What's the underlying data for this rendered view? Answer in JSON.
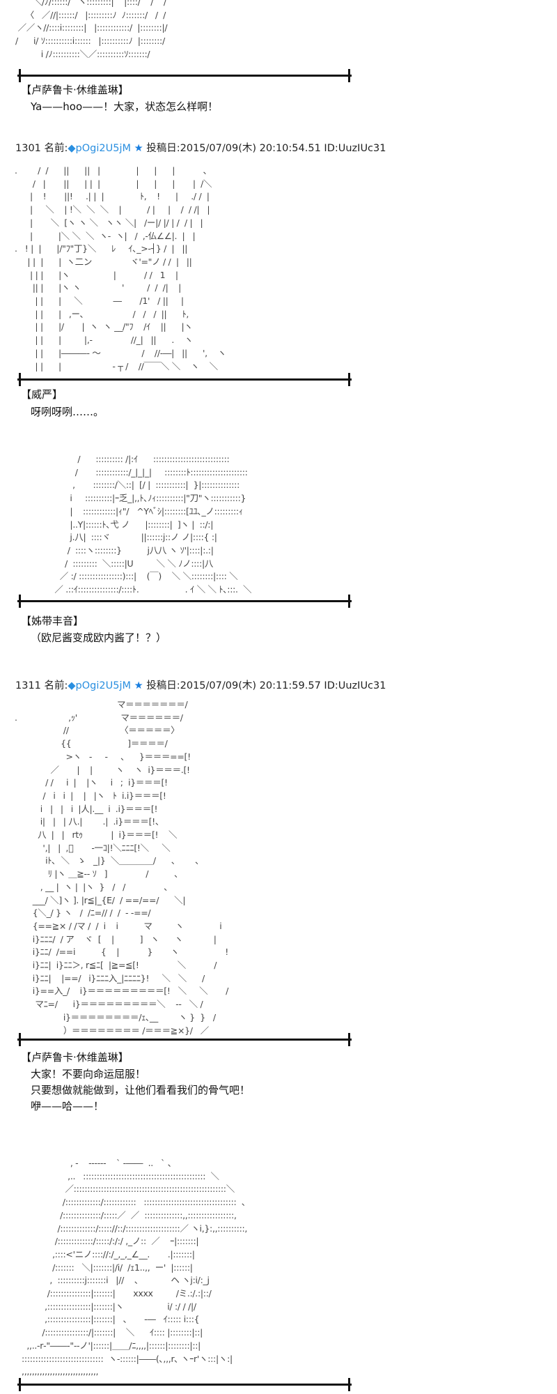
{
  "art": {
    "top": [
      "       ＼/ﾉ/::::::/   ヽ:::::::::|    |::::/    /    /",
      "    〈   ／//|::::::/   |:::::::::ﾉ  ﾉ:::::::/   /  /",
      " ／／ヽ//::::i::::::::|   |::::::::::::/  |::::::::|/",
      "/      i/ ｿ::::::::::i::::::   |::::::::::ﾉ  |::::::::/",
      "          i /ﾉ::::::::::＼／::::::::::ｿ:::::::/"
    ],
    "post1301": [
      "   .        /  /      ||      ||   |              |      |      |           、",
      "          /   |       ||      | |  |              |      |      |       |  /＼",
      "         |    !       ||!     .| |  |              ﾄ,    !      |     ./ /  |",
      "         |     ＼    | !＼  ＼  ＼    |          / |     |    /  / /|   |",
      "         |       ＼  [ヽ ヽ ＼   ヽヽ ＼|   /ー|/ |/ | /  / |   |",
      "         |          |＼ ＼  ＼  ヽ-  ヽ|   /  ,-仏∠∠|.  |   |",
      "   .   ! |  |      |/\"ﾌ\"丁}＼      ﾚ     ｲ､_>-┤} /  |   ||",
      "        | |  |      |  ヽ二ン               ヾ'=\"ノ / /  |   ||",
      "         | | |      |ヽ                 |           / /   1    |",
      "          || |      |ヽ ヽ                '         /  /  /|    |",
      "           | |      |     ＼            ―       /1'   / ||     |",
      "           | |      |   ,ー､                   /   /   /  ||      ﾄ,",
      "           | |      |/       |  ヽ  ヽ __/\"ﾌ    /ｲ    ||      |ヽ",
      "           | |      |         |,-               //_|   ||      .    ヽ",
      "           | |      |―――‐ ～                /    //‐―|   ||      ',    ヽ",
      "           | |      |                    ‐ ┬ /    //￣￣＼ ＼    ヽ    ＼"
    ],
    "post2": [
      "              /      :::::::::: /|:ｲ      ::::::::::::::::::::::::::::",
      "             /       ::::::::::::/_|_|_|     ::::::::ﾄ:::::::::::::::::::::",
      "            ,       ::::::::/＼::|  [/ |  :::::::::::|  }|::::::::::::::",
      "           i     ::::::::::|ｰ乏_|,,ﾄ､ﾉｨ::::::::::|\"刀\"ヽ:::::::::::}",
      "           |    ::::::::::::|ｨ\"/   ^Yﾍﾞｼ|::::::::[ﾕﾕ､_ノ:::::::::ｨ",
      "           |..Y|::::::ﾄ､弋 ノ      |::::::::|  ]ヽ |  ::/:|",
      "           j.八|  ::::ヾ            ||::::::j::ノ ノ|::::{ :|",
      "          /  ::::ヽ::::::::}          j八八 ヽ ｿ'|::::|:.:|",
      "         /  :::::::::  ＼:::::|U         ＼ ＼ ﾉノ::::|八",
      "       ／ :/ ::::::::::::::::):::|    (￣)    ＼ ＼::::::::|:::: ＼",
      "     ／ .::ｲ:::::::::::::::/::::ﾄ.                  . ｲ ＼ ＼ ﾄ､:::.  ＼"
    ],
    "post1311": [
      "                                           マ＝＝＝＝＝＝＝/",
      "   .                    ,ｯ'                 マ＝＝＝＝＝＝/",
      "                      //                    〈＝＝＝＝＝〉",
      "                     {{                      ]＝＝＝＝/",
      "                       >ヽ   -     -     、    }＝＝＝==[!",
      "                 ／       |    |         ヽ    ヽ  i}＝＝＝.[!",
      "               / /     i  |    |ヽ     i   ;  i}＝＝＝[!",
      "              /   i   i  |    |   |ヽ   ﾄ  i.i}＝＝＝[!",
      "             i   |   |   i  |人|.__  i  .i}＝＝＝[!",
      "             i|   |   | 八.|        .|  .i}＝＝＝[!、",
      "            八  |   |   rtｩ           |  i}＝＝＝[!    ＼",
      "              ',|   |  ,ﾞ       -一ｺ|!＼ﾆﾆﾆ[!＼     ＼",
      "               iﾄ､  ＼   ゝ   _|}  ＼＿＿＿＿/      、      、",
      "                ﾘ |ヽ ＿≧‐- ｿ   ]               /          、",
      "             , __ |  ヽ |  |ヽ  }   /   /               、",
      "          ___/ ＼]ヽ ]. |r≦|_{E/  / ==/==/      ＼|",
      "          {＼_/ } ヽ   /  /ﾆ=// /  /  ‐ -==/",
      "          {==≧× / /マ /  /  i    i          マ         ヽ              i",
      "          i}ﾆﾆﾆ/  / ア    ヾ  [    |          ]   ヽ      ヽ            |",
      "          i}ﾆﾆ/  /==i          {    |           }       ヽ                  !",
      "          i}ﾆﾆ|  i}ﾆﾆ＞, r≦ﾆ[  |≧=≦[!               ＼           /",
      "          i}ﾆﾆ|    |==/   i}ﾆﾆﾆ入_|ﾆﾆﾆﾆ}!     ＼   ＼      /",
      "          i}==入_/    i}＝＝＝＝＝＝＝＝＝[!   ＼     ＼       /",
      "           マﾆ=/      i}＝＝＝＝＝＝＝＝＝＼    ‐-   ＼ /",
      "                      i}＝＝＝＝＝＝＝＝/ｪ､__        ヽ }  }   /",
      "                      ）＝＝＝＝＝＝＝＝ /＝＝＝≧×}/   ／"
    ],
    "post4": [
      "                      , -    ‐‐‐‐‐‐    ` ‐――  ..   ` 、",
      "                     ,..   :::::::::::::::::::::::::::::::::::::::::::::  ＼",
      "                    ／::::::::::::::::::::::::::::::::::::::::::::::::::::::::＼",
      "                   /:::::::::::::/::::::::::::   ::::::::::::::::::::::::::::::::::  、",
      "                  /::::::::::::::/:::::／  ／  ::::::::::::::,,:::::::::::::::::,",
      "                 /:::::::::::::/::::://::/::::::::::::::::::::／ ヽi,}:,,::::::::::,",
      "                /:::::::::::::/:::::/:/:/ ,_ノ::  ／    ｰ|:::::::|",
      "               ,::::<'ニノ:::://:/_,_,_∠__.       .|:::::::|",
      "               /:::::::   ＼|:::::::|/i/  /ｪ1..,,  ー'  |::::::|",
      "              ,  ::::::::::j:::::::i   |//    、           ヘ ヽj:i/:_j",
      "             /:::::::::::::::|:::::::|       xxxx         /ミ.:/.:|::/",
      "            ,::::::::::::::::|:::::::|ヽ                 i/ :/ / /|/",
      "            ,::::::::::::::::|:::::::|   、     ‐―   ｲ::::: i:::{",
      "           /::::::::::::::::/|:::::::|    ＼      ｲ:::: |::::::::|::|",
      "     ,,..-r‐\"――‐\"‐‐ノ'|::::::|＿＿/ﾆ,,,,|::::::|::::::::|::|",
      "   ::::::::::::::::::::::::::::::  ヽ‐::::::|――(､,,,r､ ヽｰr'ヽ:::|ヽ:|",
      "   ,,,,,,,,,,,,,,,,,,,,,,,,,,,,,,"
    ]
  },
  "scene1": {
    "speaker": "【卢萨鲁卡·休维盖琳】",
    "lines": [
      "Ya——hoo——！大家，状态怎么样啊！"
    ]
  },
  "post1301": {
    "number": "1301",
    "name_label": "名前:",
    "trip": "◆pOgi2U5jM",
    "star": "★",
    "date_label": "投稿日:",
    "date": "2015/07/09(木) 20:10:54.51",
    "id": "ID:UuzIUc31"
  },
  "scene2": {
    "speaker": "【威严】",
    "lines": [
      "呀咧呀咧……。"
    ]
  },
  "scene3": {
    "speaker": "【姊带丰音】",
    "lines": [
      "（欧尼酱变成欧内酱了！？）"
    ]
  },
  "post1311": {
    "number": "1311",
    "name_label": "名前:",
    "trip": "◆pOgi2U5jM",
    "star": "★",
    "date_label": "投稿日:",
    "date": "2015/07/09(木) 20:11:59.57",
    "id": "ID:UuzIUc31"
  },
  "scene4": {
    "speaker": "【卢萨鲁卡·休维盖琳】",
    "lines": [
      "大家！不要向命运屈服！",
      "只要想做就能做到，让他们看看我们的骨气吧！",
      "咿——哈——！"
    ]
  }
}
